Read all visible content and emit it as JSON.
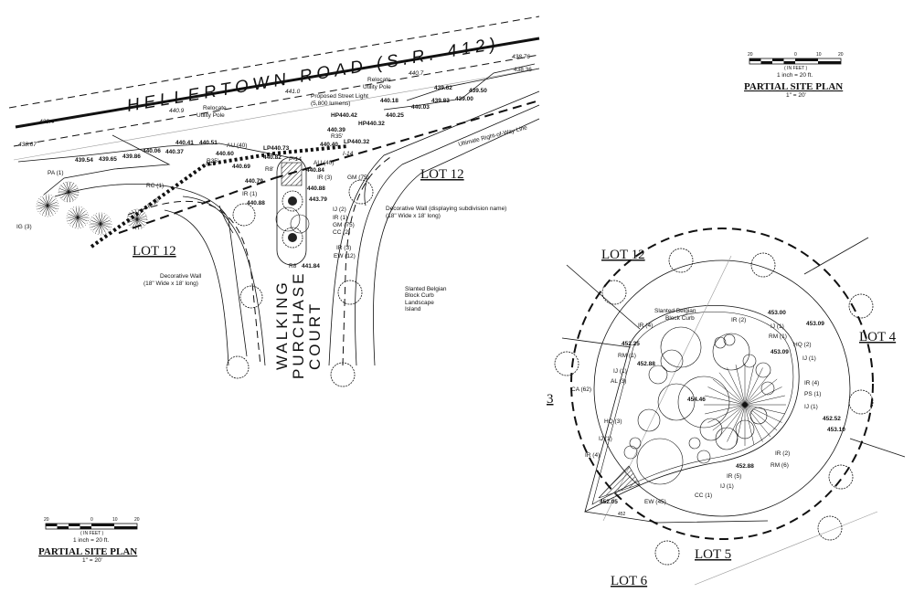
{
  "left_plan": {
    "road_name": "HELLERTOWN  ROAD  (S.R. 412)",
    "street_name": [
      "WALKING",
      "PURCHASE",
      "COURT"
    ],
    "lots": [
      "LOT 12",
      "LOT 12"
    ],
    "line_labels": {
      "row": "Ultimate Right-of-Way Line",
      "i15": "I-15",
      "i14": "I-14",
      "p14": "P-14",
      "p15": "P-15"
    },
    "callouts": {
      "pole1": [
        "Relocate",
        "Utility Pole"
      ],
      "pole2": [
        "Relocate",
        "Utility Pole"
      ],
      "light": [
        "Proposed Street Light",
        "(5,800 lumens)"
      ],
      "wall1": [
        "Decorative Wall (displaying subdivision name)",
        "(18\" Wide x 18' long)"
      ],
      "wall2": [
        "Decorative Wall",
        "(18\" Wide x 18' long)"
      ],
      "curb": [
        "Slanted Belgian",
        "Block Curb",
        "Landscape",
        "Island"
      ],
      "plants": [
        "AU (40)",
        "AU (40)",
        "PA (1)",
        "RC (1)",
        "IR (1)",
        "IG (3)",
        "IR (3)",
        "GM (75)",
        "IJ (2)",
        "IR (1)",
        "GM (75)",
        "CC (2)",
        "IR (3)",
        "EW (12)"
      ]
    },
    "elevations": [
      "439.4",
      "440.9",
      "441.0",
      "440.7",
      "438.76",
      "438.36",
      "438.67",
      "439.54",
      "439.65",
      "439.86",
      "440.06",
      "440.37",
      "440.41",
      "440.51",
      "440.60",
      "440.69",
      "440.79",
      "440.88",
      "LP440.73",
      "440.82",
      "440.84",
      "440.88",
      "443.79",
      "441.84",
      "440.18",
      "440.03",
      "439.62",
      "439.83",
      "439.00",
      "439.50",
      "HP440.42",
      "HP440.32",
      "440.25",
      "440.39",
      "440.40",
      "LP440.32",
      "R35'",
      "R35'",
      "R8'",
      "R8'"
    ]
  },
  "right_plan": {
    "lots": [
      "LOT 12",
      "LOT 4",
      "LOT 5",
      "LOT 6",
      "3"
    ],
    "curb": [
      "Slanted Belgian",
      "Block Curb"
    ],
    "plants": [
      "IR (4)",
      "IR (2)",
      "IJ (1)",
      "RM (1)",
      "HQ (2)",
      "IJ (1)",
      "RM (1)",
      "IJ (1)",
      "AL (3)",
      "IR (4)",
      "PS (1)",
      "IJ (1)",
      "HQ (3)",
      "IJ (1)",
      "IR (4)",
      "IR (2)",
      "RM (6)",
      "IR (5)",
      "IJ (1)",
      "CC (1)",
      "EW (45)",
      "CA (62)"
    ],
    "elevations": [
      "453.00",
      "453.09",
      "453.09",
      "452.25",
      "452.88",
      "454.46",
      "452.52",
      "453.10",
      "452.88",
      "452.05",
      "452"
    ]
  },
  "scale_top": {
    "ticks": [
      "20",
      "0",
      "10",
      "20"
    ],
    "units": "( IN FEET )",
    "ratio": "1 inch = 20 ft.",
    "title": "PARTIAL SITE PLAN",
    "subtitle": "1\" = 20'"
  },
  "scale_bottom": {
    "ticks": [
      "20",
      "0",
      "10",
      "20"
    ],
    "units": "( IN FEET )",
    "ratio": "1 inch = 20 ft.",
    "title": "PARTIAL SITE PLAN",
    "subtitle": "1\" = 20'"
  }
}
